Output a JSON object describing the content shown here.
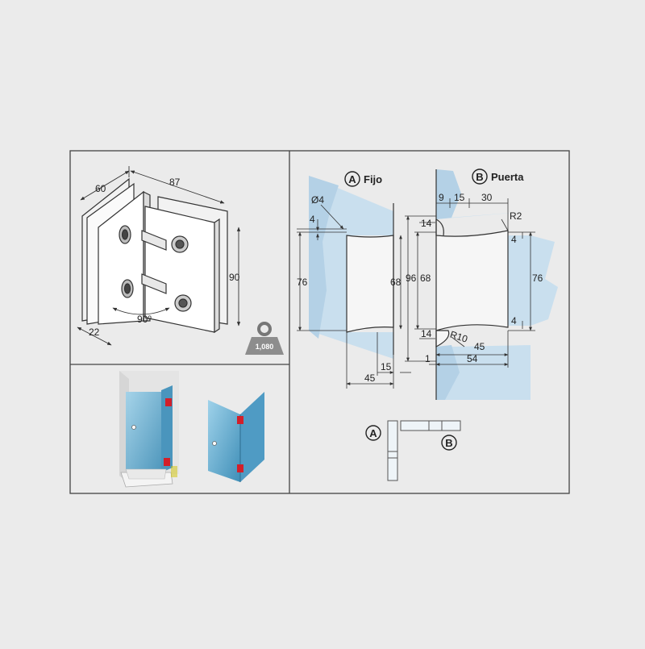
{
  "hinge_iso": {
    "dim_depth": "60",
    "dim_width": "87",
    "dim_height": "90",
    "dim_thickness": "22",
    "angle": "90º",
    "weight": "1,080"
  },
  "part_a": {
    "letter": "A",
    "name": "Fijo",
    "dim_hole": "Ø4",
    "dim_offset": "4",
    "dim_76": "76",
    "dim_68": "68",
    "dim_45": "45",
    "dim_15": "15"
  },
  "part_b": {
    "letter": "B",
    "name": "Puerta",
    "dim_9": "9",
    "dim_15": "15",
    "dim_30": "30",
    "dim_r2": "R2",
    "dim_14_top": "14",
    "dim_4_top": "4",
    "dim_96": "96",
    "dim_68": "68",
    "dim_76": "76",
    "dim_14_bottom": "14",
    "dim_r10": "R10",
    "dim_45": "45",
    "dim_4_bottom": "4",
    "dim_1": "1",
    "dim_54": "54"
  },
  "legend": {
    "a_letter": "A",
    "b_letter": "B"
  },
  "colors": {
    "glass": "#cfe3f0",
    "glass_dark": "#5fa9cc",
    "hinge_red": "#d21f2a",
    "line": "#333333"
  }
}
